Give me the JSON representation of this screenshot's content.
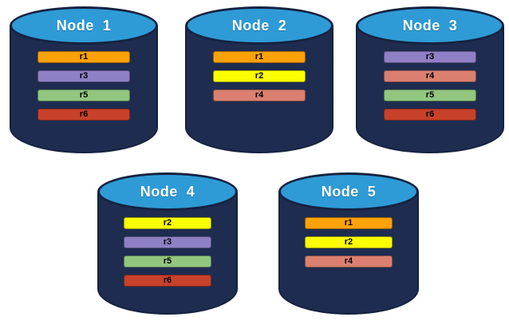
{
  "nodes": [
    {
      "label": "Node  1",
      "replicas": [
        "r1",
        "r3",
        "r5",
        "r6"
      ]
    },
    {
      "label": "Node  2",
      "replicas": [
        "r1",
        "r2",
        "r4"
      ]
    },
    {
      "label": "Node  3",
      "replicas": [
        "r3",
        "r4",
        "r5",
        "r6"
      ]
    },
    {
      "label": "Node  4",
      "replicas": [
        "r2",
        "r3",
        "r5",
        "r6"
      ]
    },
    {
      "label": "Node  5",
      "replicas": [
        "r1",
        "r2",
        "r4"
      ]
    }
  ],
  "colors": {
    "cylinder_body": "#1E2C50",
    "cylinder_outline": "#15223F",
    "node_header_fill": "#2E9BD6",
    "label_text": "#FFFFFF",
    "bar_text": "#000000",
    "replicas": {
      "r1": "#FCA108",
      "r2": "#FBFF00",
      "r3": "#8F80C5",
      "r4": "#DB8070",
      "r5": "#92C67F",
      "r6": "#C8412A"
    }
  }
}
